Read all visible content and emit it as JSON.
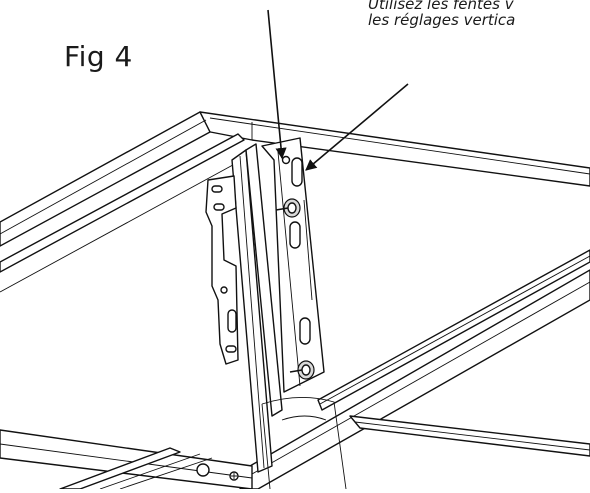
{
  "figure": {
    "label": "Fig 4",
    "note_line1": "Utilisez les fentes v",
    "note_line2": "les réglages vertica"
  },
  "icons": [
    "leader-arrow",
    "frame-rail",
    "mounting-bracket",
    "bolt"
  ]
}
